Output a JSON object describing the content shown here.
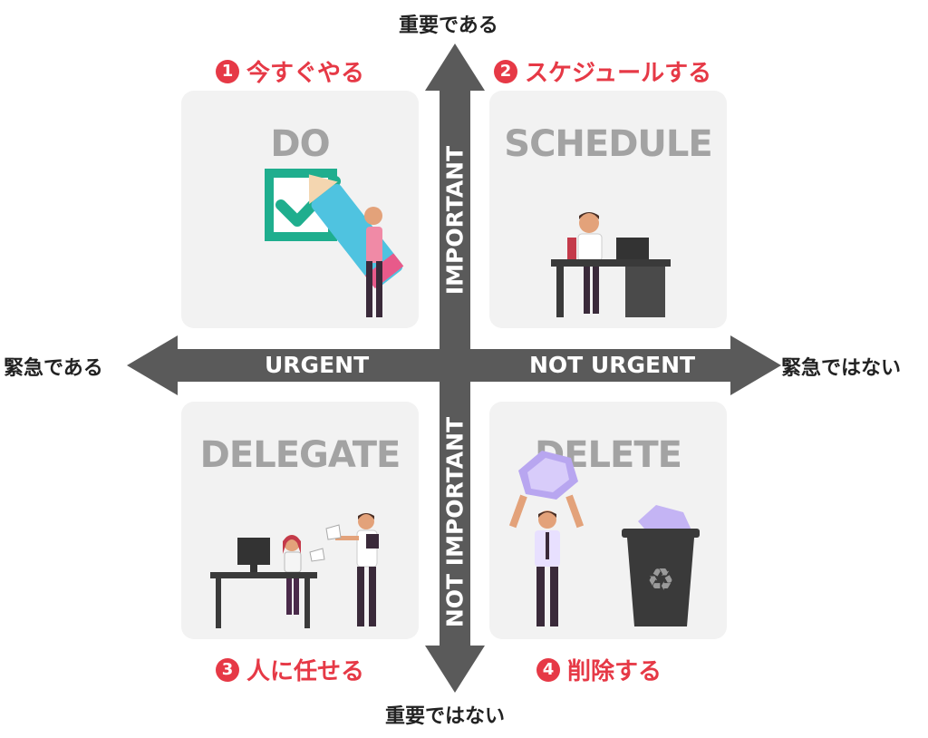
{
  "axes": {
    "top": "重要である",
    "bottom": "重要ではない",
    "left": "緊急である",
    "right": "緊急ではない",
    "urgent": "URGENT",
    "not_urgent": "NOT URGENT",
    "important": "IMPORTANT",
    "not_important": "NOT IMPORTANT"
  },
  "quadrants": [
    {
      "num": "1",
      "label": "今すぐやる",
      "title": "DO"
    },
    {
      "num": "2",
      "label": "スケジュールする",
      "title": "SCHEDULE"
    },
    {
      "num": "3",
      "label": "人に任せる",
      "title": "DELEGATE"
    },
    {
      "num": "4",
      "label": "削除する",
      "title": "DELETE"
    }
  ],
  "colors": {
    "arrow": "#5a5a5a",
    "accent": "#e63946",
    "quad_bg": "#f2f2f2",
    "title": "#a3a3a3"
  }
}
